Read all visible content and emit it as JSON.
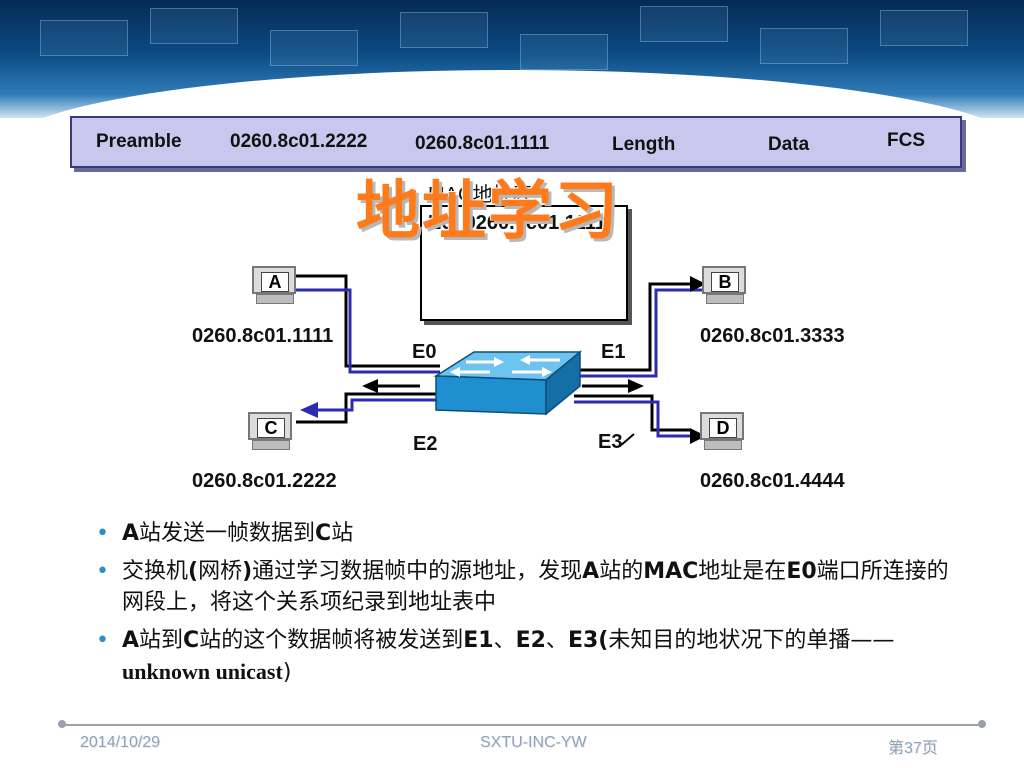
{
  "frame": {
    "preamble": "Preamble",
    "dest": "0260.8c01.2222",
    "src": "0260.8c01.1111",
    "length": "Length",
    "data": "Data",
    "fcs": "FCS"
  },
  "title": "地址学习",
  "mac_table": {
    "title": "MAC地址表",
    "entry": "E0: 0260.8c01.1111"
  },
  "stations": {
    "a": {
      "label": "A",
      "mac": "0260.8c01.1111"
    },
    "b": {
      "label": "B",
      "mac": "0260.8c01.3333"
    },
    "c": {
      "label": "C",
      "mac": "0260.8c01.2222"
    },
    "d": {
      "label": "D",
      "mac": "0260.8c01.4444"
    }
  },
  "ports": {
    "e0": "E0",
    "e1": "E1",
    "e2": "E2",
    "e3": "E3"
  },
  "bullets": [
    {
      "b1": "A",
      "t1": "站发送一帧数据到",
      "b2": "C",
      "t2": "站"
    },
    {
      "t1": "交换机",
      "b1": "(",
      "t2": "网桥",
      "b2": ")",
      "t3": "通过学习数据帧中的源地址，发现",
      "b3": "A",
      "t4": "站的",
      "b4": "MAC",
      "t5": "地址是在",
      "b5": "E0",
      "t6": "端口所连接的网段上，将这个关系项纪录到地址表中"
    },
    {
      "b1": "A",
      "t1": "站到",
      "b2": "C",
      "t2": "站的这个数据帧将被发送到",
      "b3": "E1",
      "t3": "、",
      "b4": "E2",
      "t4": "、",
      "b5": "E3(",
      "t5": "未知目的地状况下的单播",
      "t6": "——",
      "b6": "unknown unicast",
      "t7": ")"
    }
  ],
  "footer": {
    "date": "2014/10/29",
    "center": "SXTU-INC-YW",
    "page": "第37页"
  },
  "colors": {
    "accent": "#ff7a1a",
    "link": "#2b2bb0",
    "switch": "#2a9ad6",
    "frame_bg": "#c8c8ee"
  }
}
